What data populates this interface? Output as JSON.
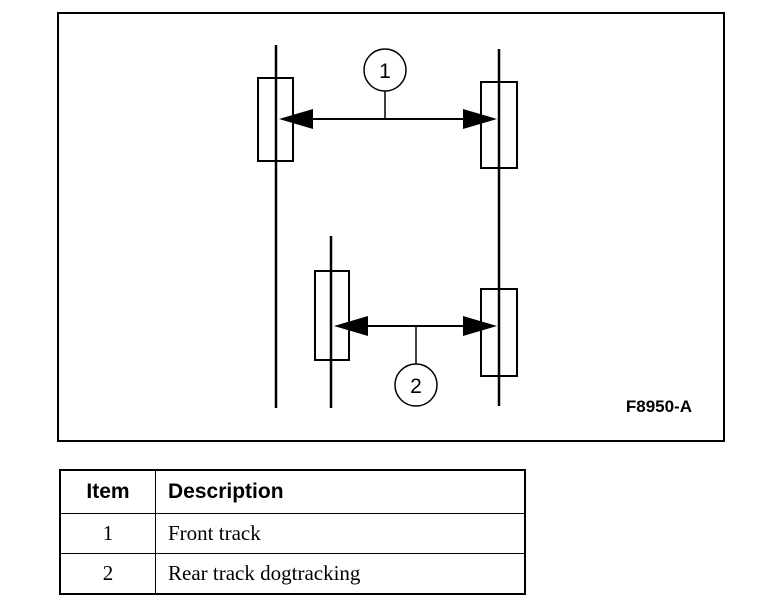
{
  "diagram": {
    "callouts": [
      {
        "number": "1"
      },
      {
        "number": "2"
      }
    ],
    "figure_id": "F8950-A"
  },
  "legend": {
    "headers": {
      "item": "Item",
      "description": "Description"
    },
    "rows": [
      {
        "item": "1",
        "description": "Front track"
      },
      {
        "item": "2",
        "description": "Rear track dogtracking"
      }
    ]
  }
}
